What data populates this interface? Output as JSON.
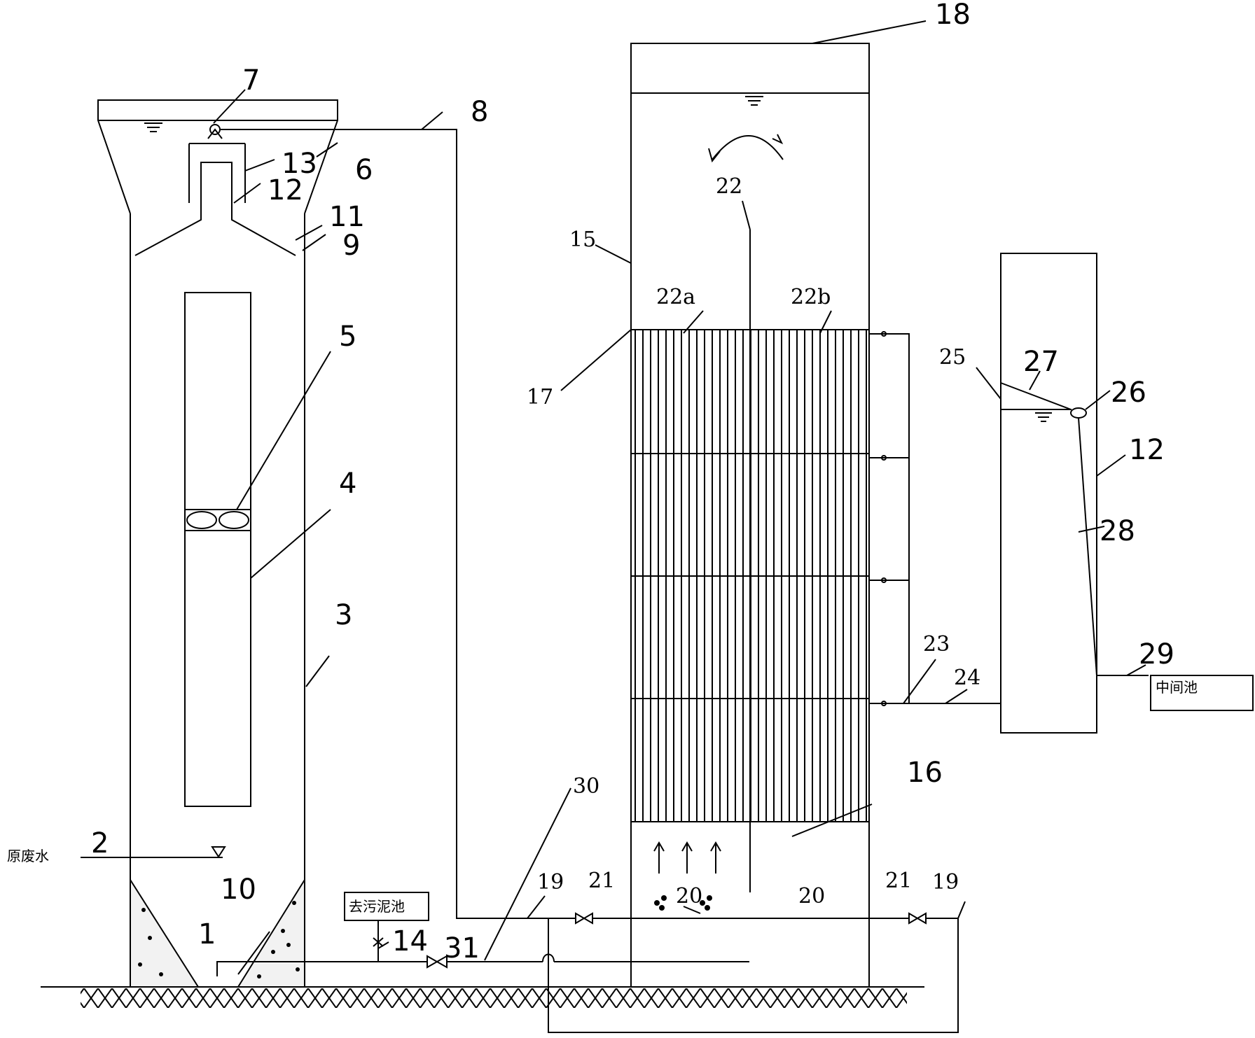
{
  "labels": {
    "l1": "1",
    "l2": "2",
    "l3": "3",
    "l4": "4",
    "l5": "5",
    "l6": "6",
    "l7": "7",
    "l8": "8",
    "l9": "9",
    "l10": "10",
    "l11": "11",
    "l12": "12",
    "l12b": "12",
    "l13": "13",
    "l14": "14",
    "l15": "15",
    "l16": "16",
    "l17": "17",
    "l18": "18",
    "l19a": "19",
    "l19b": "19",
    "l20a": "20",
    "l20b": "20",
    "l21a": "21",
    "l21b": "21",
    "l22": "22",
    "l22a": "22a",
    "l22b": "22b",
    "l23": "23",
    "l24": "24",
    "l25": "25",
    "l26": "26",
    "l27": "27",
    "l28": "28",
    "l29": "29",
    "l30": "30",
    "l31": "31"
  },
  "text": {
    "raw_wastewater": "原废水",
    "to_sludge_tank": "去污泥池",
    "intermediate_tank": "中间池"
  }
}
